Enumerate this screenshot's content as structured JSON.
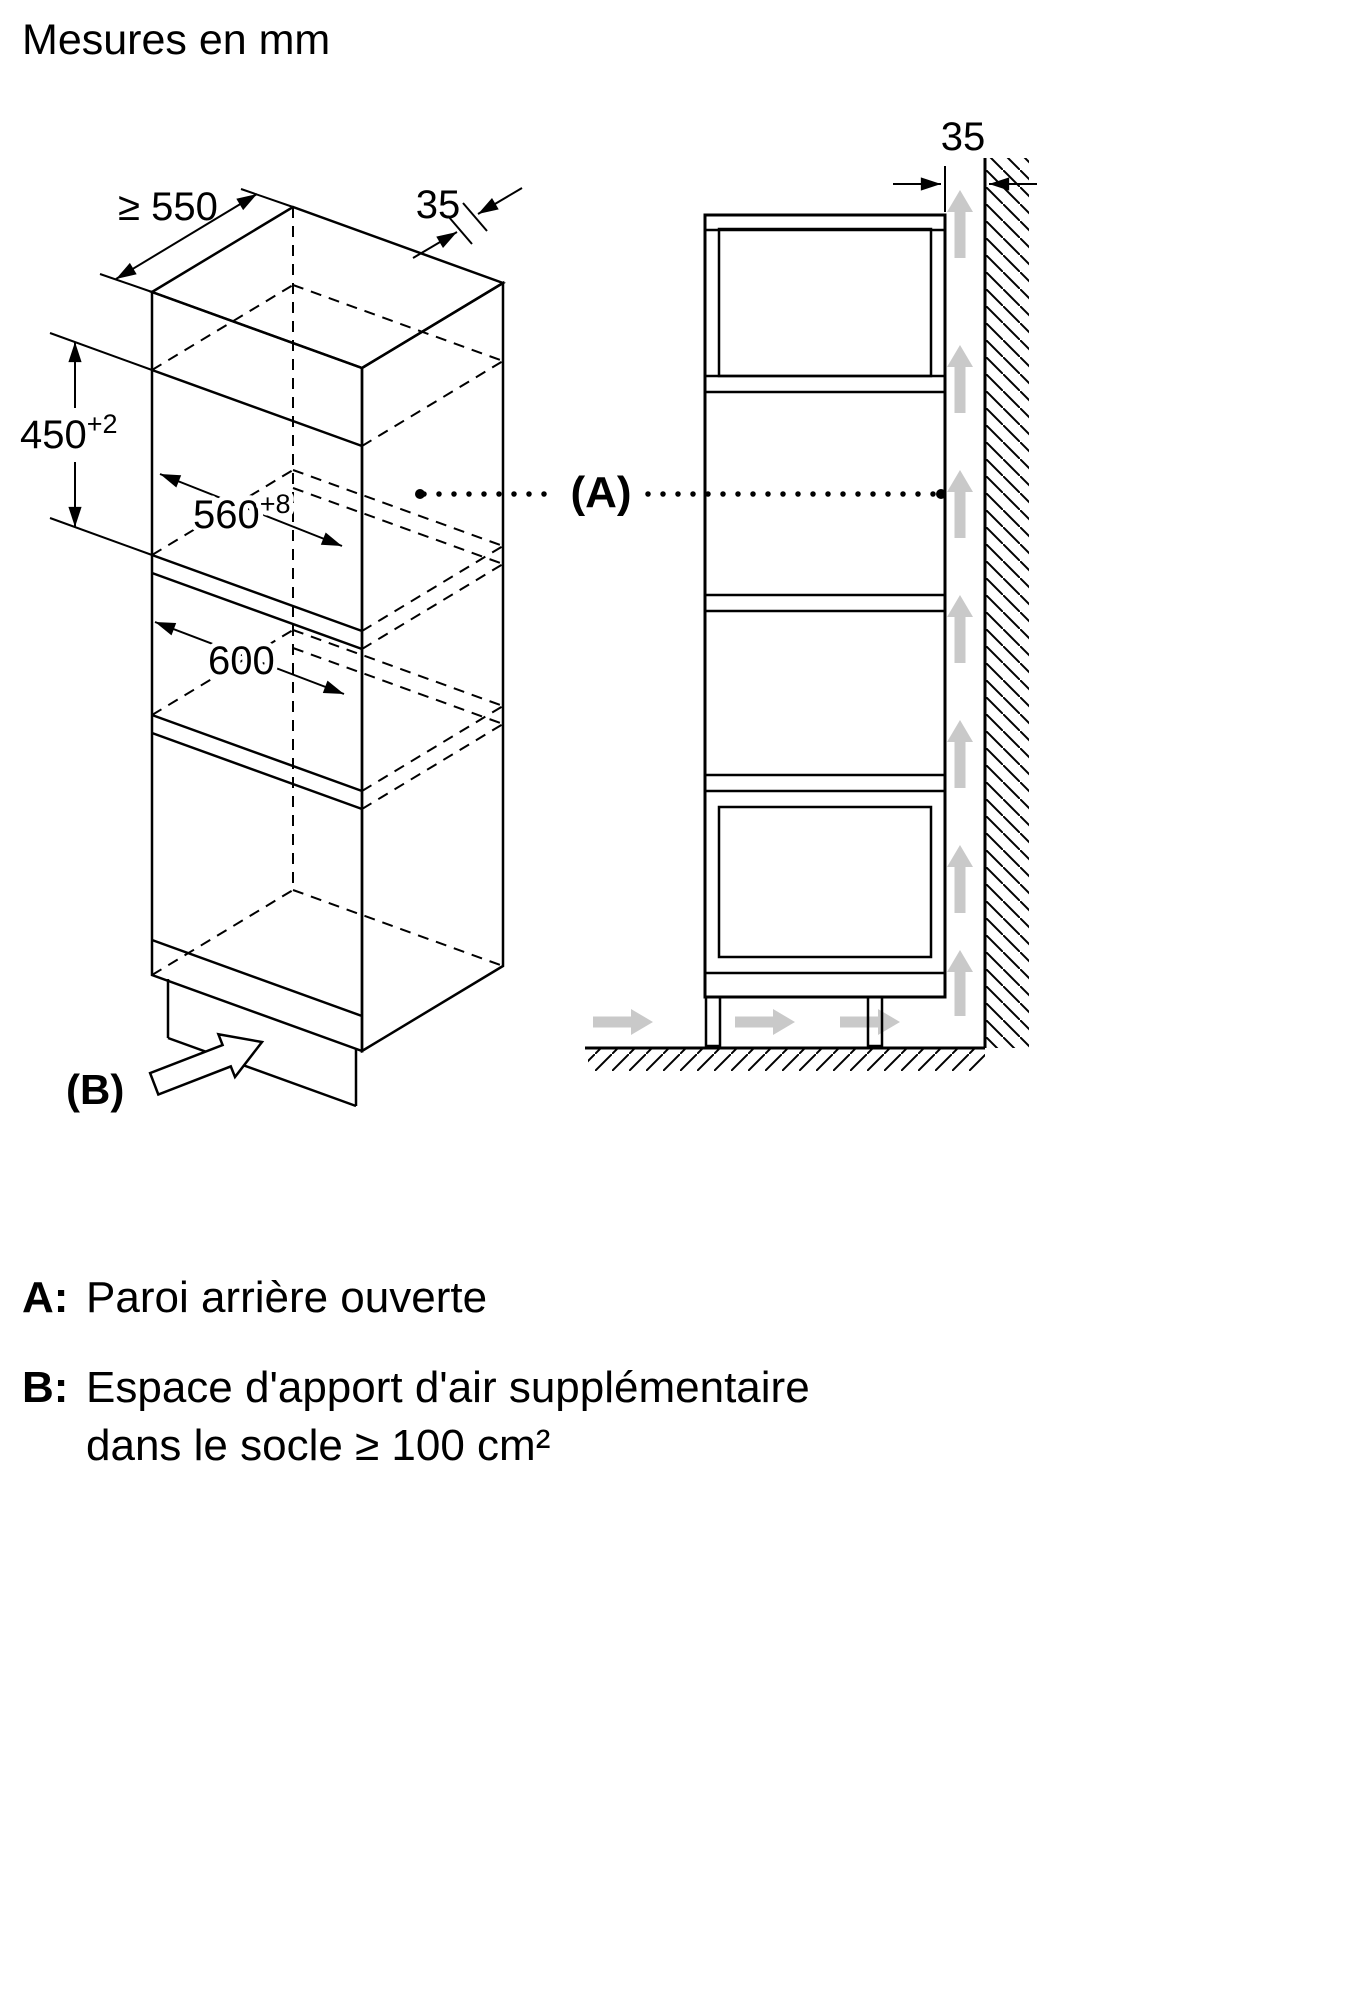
{
  "title": "Mesures en mm",
  "front_view": {
    "dim_depth": "≥ 550",
    "dim_rear_gap": "35",
    "niche_height": "450",
    "niche_height_tol": "+2",
    "niche_width": "560",
    "niche_width_tol": "+8",
    "compartment_width": "600",
    "label_b": "(B)"
  },
  "side_view": {
    "dim_wall_gap": "35",
    "label_a": "(A)"
  },
  "legend": {
    "a_key": "A:",
    "a_text": "Paroi arrière ouverte",
    "b_key": "B:",
    "b_text_line1": "Espace d'apport d'air supplémentaire",
    "b_text_line2": "dans le socle ≥ 100 cm²"
  },
  "colors": {
    "line": "#000000",
    "airflow": "#c9c9c9",
    "background": "#ffffff"
  }
}
